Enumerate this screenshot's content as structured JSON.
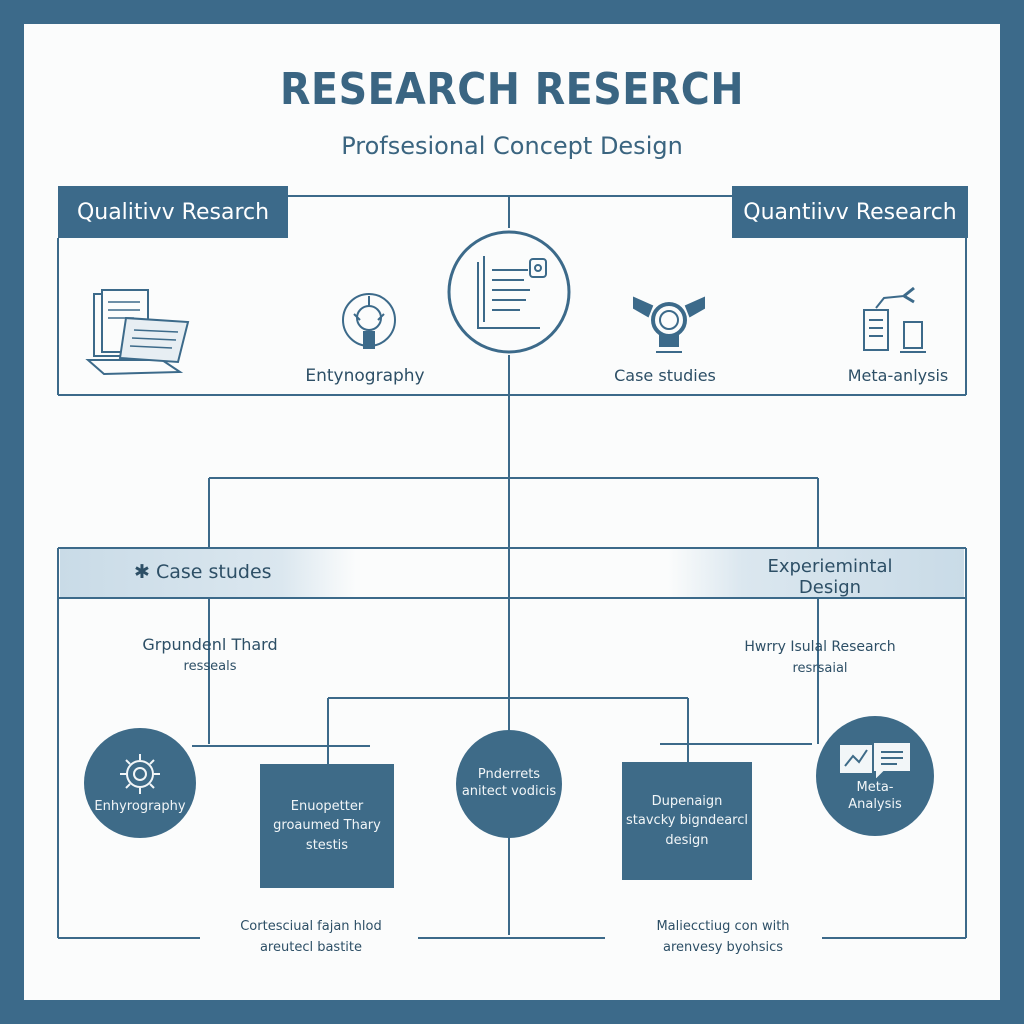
{
  "title": "RESEARCH RESERCH",
  "subtitle": "Profsesional Concept Design",
  "top_headers": {
    "left": "Qualitivv Resarch",
    "right": "Quantiivv Research"
  },
  "top_labels": {
    "ethnography": "Entynography",
    "case_studies": "Case studies",
    "meta_analysis": "Meta-anlysis"
  },
  "middle_bands": {
    "left": "Case studes",
    "right_line1": "Experiemintal",
    "right_line2": "Design"
  },
  "middle_notes": {
    "left_line1": "Grpundenl Thard",
    "left_line2": "resseals",
    "right_line1": "Hwrry Isulal Research",
    "right_line2": "resrsaial"
  },
  "nodes": {
    "n1": "Enhyrography",
    "n2_line1": "Enuopetter",
    "n2_line2": "groaumed Thary",
    "n2_line3": "stestis",
    "n3_line1": "Pnderrets",
    "n3_line2": "anitect vodicis",
    "n4_line1": "Dupenaign",
    "n4_line2": "stavcky bigndearcl",
    "n4_line3": "design",
    "n5_line1": "Meta-",
    "n5_line2": "Analysis"
  },
  "bottom_notes": {
    "left_line1": "Cortesciual fajan hlod",
    "left_line2": "areutecl bastite",
    "right_line1": "Maliecctiug con with",
    "right_line2": "arenvesy byohsics"
  },
  "colors": {
    "border": "#3c6a8a",
    "accent": "#3e6b88",
    "line": "#3c6a8a",
    "band": "#d3e2ec"
  }
}
